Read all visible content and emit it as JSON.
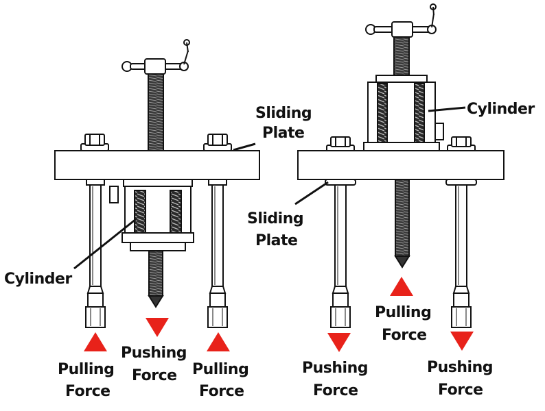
{
  "colors": {
    "ink": "#111111",
    "paper": "#ffffff",
    "arrow": "#e8221a",
    "part_fill": "#ffffff"
  },
  "left_diagram": {
    "sliding_plate": [
      "Sliding",
      "Plate"
    ],
    "cylinder": "Cylinder",
    "left_force": [
      "Pulling",
      "Force"
    ],
    "center_force": [
      "Pushing",
      "Force"
    ],
    "right_force": [
      "Pulling",
      "Force"
    ],
    "arrows": [
      "up-arrow",
      "down-arrow",
      "up-arrow"
    ]
  },
  "right_diagram": {
    "cylinder": "Cylinder",
    "sliding_plate": [
      "Sliding",
      "Plate"
    ],
    "left_force": [
      "Pushing",
      "Force"
    ],
    "center_force": [
      "Pulling",
      "Force"
    ],
    "right_force": [
      "Pushing",
      "Force"
    ],
    "arrows": [
      "down-arrow",
      "up-arrow",
      "down-arrow"
    ]
  }
}
